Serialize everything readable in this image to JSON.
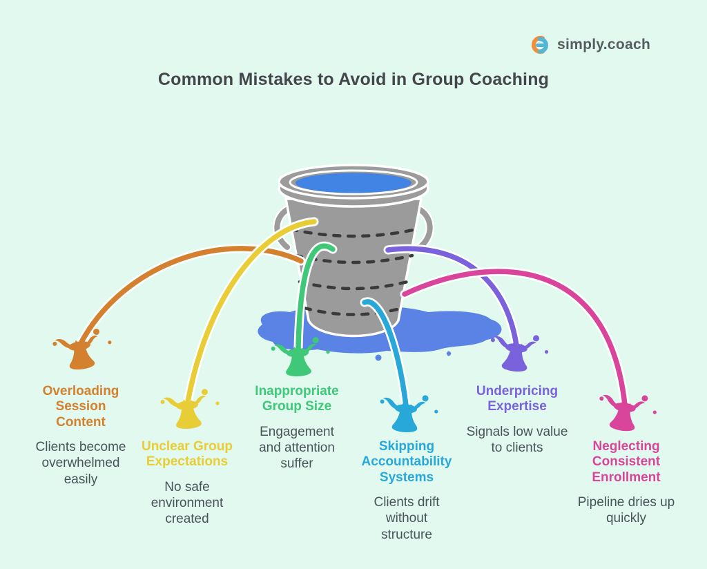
{
  "logo": {
    "text": "simply.coach",
    "orange": "#ef8f3e",
    "teal": "#53b6d2"
  },
  "title": "Common Mistakes to Avoid in Group Coaching",
  "illustration": {
    "bucket_color": "#9b9b9b",
    "outline_color": "#ffffff",
    "water_color": "#4184e4",
    "puddle_color": "#5b83e6",
    "band_color": "#3a3a3a"
  },
  "mistakes": [
    {
      "title": "Overloading Session Content",
      "description": "Clients become overwhelmed easily",
      "color": "#d3802f"
    },
    {
      "title": "Unclear Group Expectations",
      "description": "No safe environment created",
      "color": "#e8cd37"
    },
    {
      "title": "Inappropriate Group Size",
      "description": "Engagement and attention suffer",
      "color": "#3ec878"
    },
    {
      "title": "Skipping Accountability Systems",
      "description": "Clients drift without structure",
      "color": "#28a8d9"
    },
    {
      "title": "Underpricing Expertise",
      "description": "Signals low value to clients",
      "color": "#7a62dd"
    },
    {
      "title": "Neglecting Consistent Enrollment",
      "description": "Pipeline dries up quickly",
      "color": "#d8459a"
    }
  ]
}
